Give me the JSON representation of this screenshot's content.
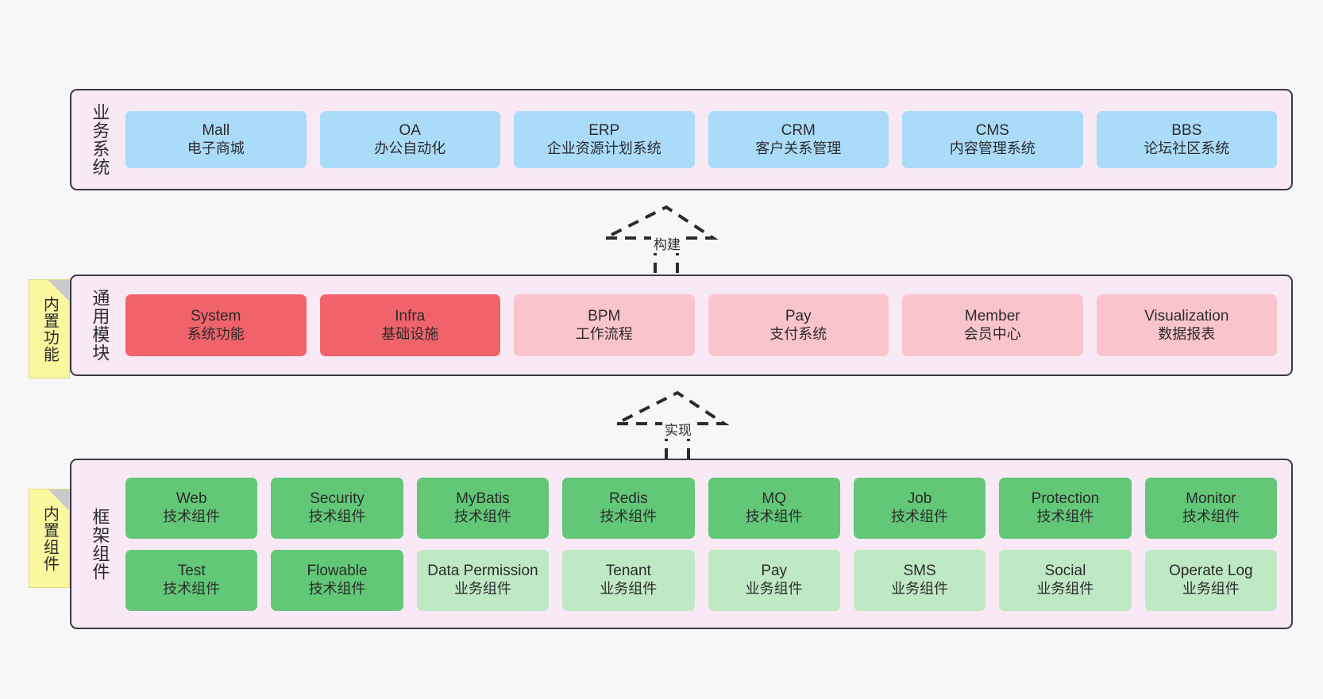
{
  "layers": [
    {
      "name": "business-systems",
      "title": "业务系统",
      "rows": [
        [
          {
            "en": "Mall",
            "cn": "电子商城",
            "color": "blue"
          },
          {
            "en": "OA",
            "cn": "办公自动化",
            "color": "blue"
          },
          {
            "en": "ERP",
            "cn": "企业资源计划系统",
            "color": "blue"
          },
          {
            "en": "CRM",
            "cn": "客户关系管理",
            "color": "blue"
          },
          {
            "en": "CMS",
            "cn": "内容管理系统",
            "color": "blue"
          },
          {
            "en": "BBS",
            "cn": "论坛社区系统",
            "color": "blue"
          }
        ]
      ]
    },
    {
      "name": "common-modules",
      "title": "通用模块",
      "note": "内置功能",
      "rows": [
        [
          {
            "en": "System",
            "cn": "系统功能",
            "color": "red"
          },
          {
            "en": "Infra",
            "cn": "基础设施",
            "color": "red"
          },
          {
            "en": "BPM",
            "cn": "工作流程",
            "color": "pink"
          },
          {
            "en": "Pay",
            "cn": "支付系统",
            "color": "pink"
          },
          {
            "en": "Member",
            "cn": "会员中心",
            "color": "pink"
          },
          {
            "en": "Visualization",
            "cn": "数据报表",
            "color": "pink"
          }
        ]
      ]
    },
    {
      "name": "framework-components",
      "title": "框架组件",
      "note": "内置组件",
      "rows": [
        [
          {
            "en": "Web",
            "cn": "技术组件",
            "color": "green"
          },
          {
            "en": "Security",
            "cn": "技术组件",
            "color": "green"
          },
          {
            "en": "MyBatis",
            "cn": "技术组件",
            "color": "green"
          },
          {
            "en": "Redis",
            "cn": "技术组件",
            "color": "green"
          },
          {
            "en": "MQ",
            "cn": "技术组件",
            "color": "green"
          },
          {
            "en": "Job",
            "cn": "技术组件",
            "color": "green"
          },
          {
            "en": "Protection",
            "cn": "技术组件",
            "color": "green"
          },
          {
            "en": "Monitor",
            "cn": "技术组件",
            "color": "green"
          }
        ],
        [
          {
            "en": "Test",
            "cn": "技术组件",
            "color": "green"
          },
          {
            "en": "Flowable",
            "cn": "技术组件",
            "color": "green"
          },
          {
            "en": "Data Permission",
            "cn": "业务组件",
            "color": "mint",
            "wrap": true
          },
          {
            "en": "Tenant",
            "cn": "业务组件",
            "color": "mint"
          },
          {
            "en": "Pay",
            "cn": "业务组件",
            "color": "mint"
          },
          {
            "en": "SMS",
            "cn": "业务组件",
            "color": "mint"
          },
          {
            "en": "Social",
            "cn": "业务组件",
            "color": "mint"
          },
          {
            "en": "Operate Log",
            "cn": "业务组件",
            "color": "mint"
          }
        ]
      ]
    }
  ],
  "connectors": [
    {
      "name": "build-connector",
      "label": "构建"
    },
    {
      "name": "implement-connector",
      "label": "实现"
    }
  ],
  "colors": {
    "panel_bg": "#f8e9f4",
    "panel_border": "#3b3b44",
    "blue": "#aadcfa",
    "red": "#f0636b",
    "pink": "#fac4cd",
    "green": "#62c878",
    "mint": "#bfe8c5",
    "note_bg": "#fbf8a0",
    "canvas_bg": "#f7f7f7"
  }
}
